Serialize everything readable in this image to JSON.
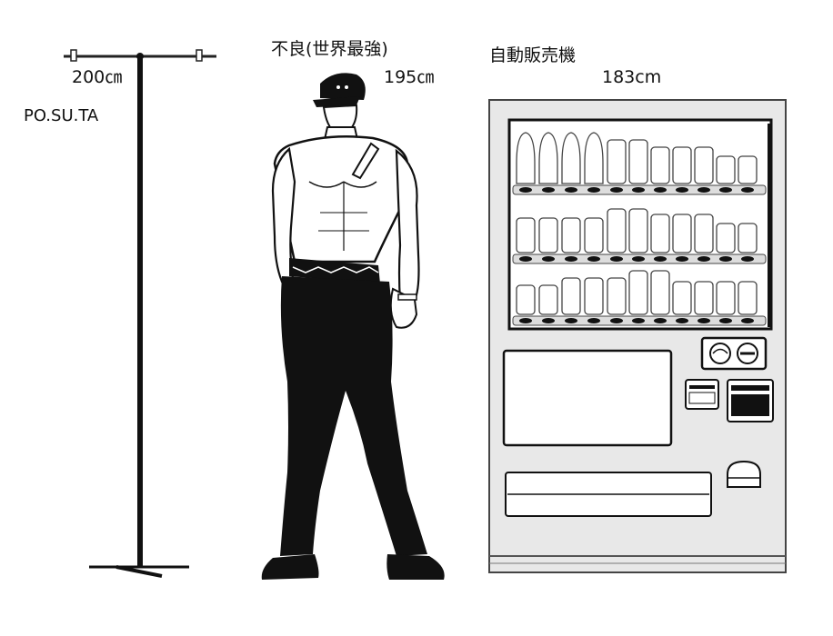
{
  "pole": {
    "height_label": "200㎝",
    "name": "PO.SU.TA"
  },
  "person": {
    "title": "不良(世界最強)",
    "height_label": "195㎝"
  },
  "vending_machine": {
    "title": "自動販売機",
    "height_label": "183cm",
    "shelves": [
      {
        "bottles": 11
      },
      {
        "bottles": 11
      },
      {
        "bottles": 11
      }
    ]
  }
}
